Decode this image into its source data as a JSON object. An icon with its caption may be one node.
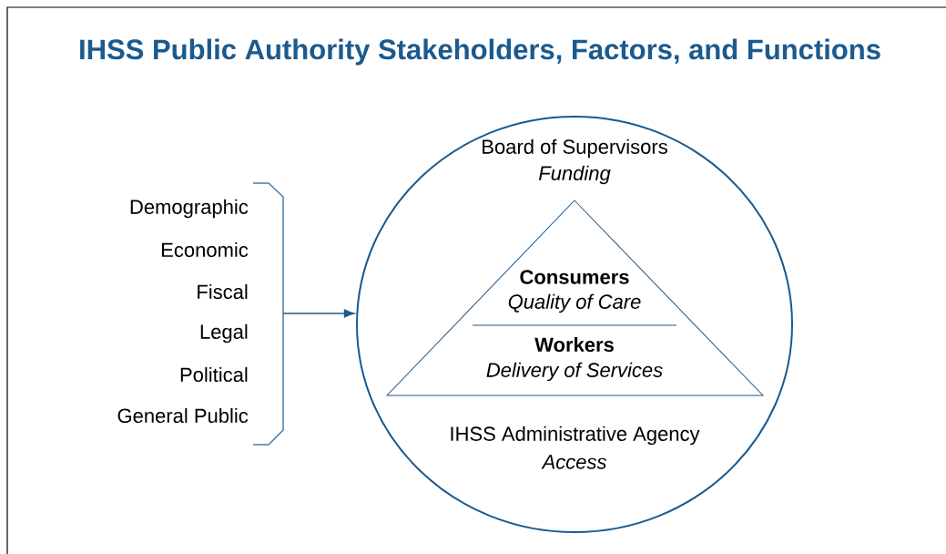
{
  "diagram": {
    "title": "IHSS Public Authority Stakeholders, Factors, and Functions",
    "nodes": [
      {
        "text": [
          "Demographic",
          "Economic",
          "Fiscal",
          "Legal",
          "Political",
          "General Public"
        ]
      },
      {
        "text": [
          "Board of Supervisors",
          "Funding",
          "IHSS Administrative Agency",
          "Access"
        ]
      },
      {
        "text": [
          "Consumers",
          "Quality of Care",
          "Workers",
          "Delivery of Services"
        ],
        "in": 1
      }
    ],
    "edges": [
      {
        "from": 0,
        "to": 1,
        "arrow": "to"
      }
    ]
  }
}
